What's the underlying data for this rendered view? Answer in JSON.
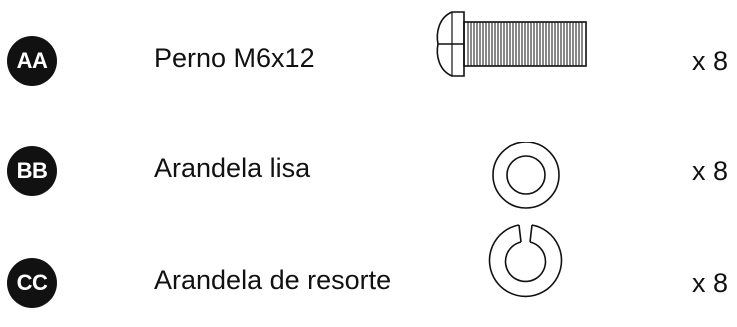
{
  "parts": [
    {
      "code": "AA",
      "name": "Perno M6x12",
      "qty": "x 8",
      "icon": "bolt-icon"
    },
    {
      "code": "BB",
      "name": "Arandela lisa",
      "qty": "x 8",
      "icon": "flat-washer-icon"
    },
    {
      "code": "CC",
      "name": "Arandela de resorte",
      "qty": "x 8",
      "icon": "spring-washer-icon"
    }
  ],
  "colors": {
    "badge_bg": "#111111",
    "badge_text": "#ffffff",
    "text": "#111111",
    "background": "#ffffff"
  }
}
